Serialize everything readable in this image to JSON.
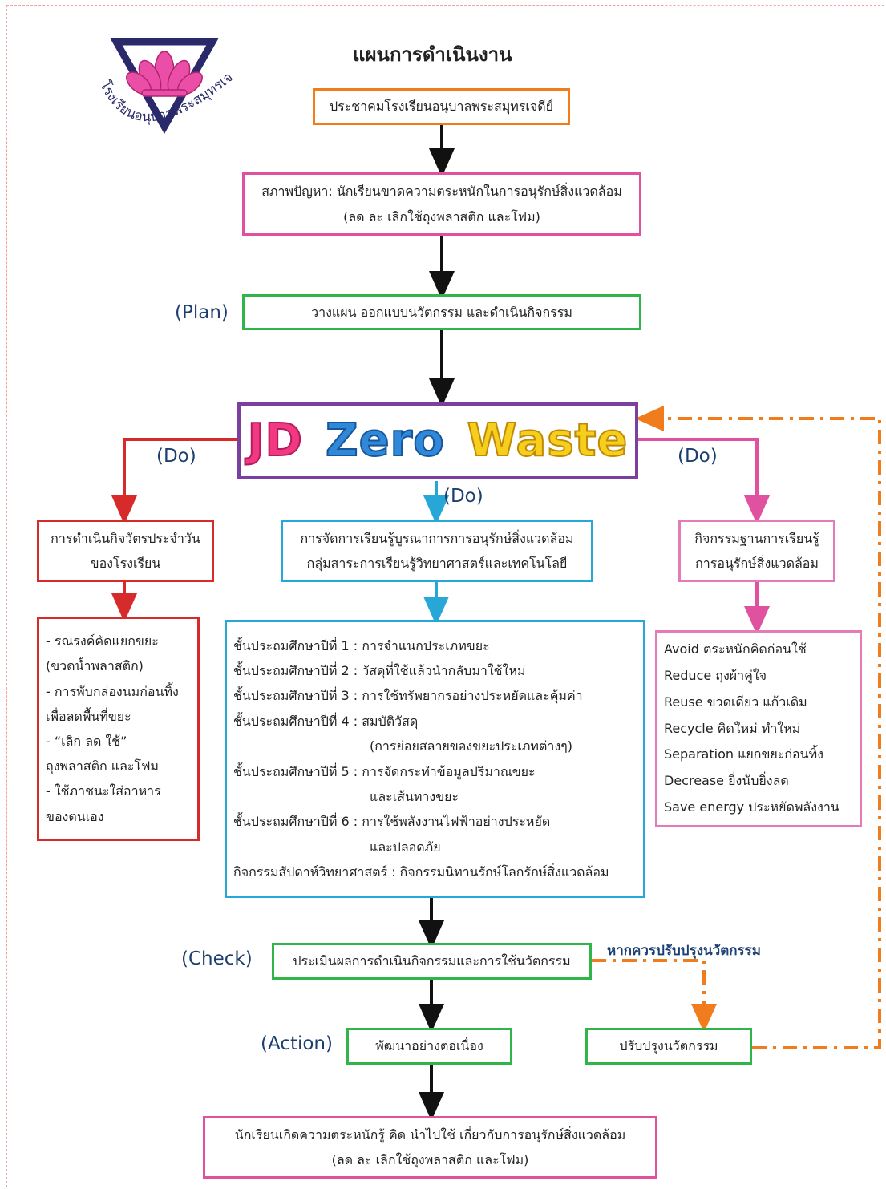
{
  "title": "แผนการดำเนินงาน",
  "logo": {
    "text": "โรงเรียนอนุบาลพระสมุทรเจดีย์"
  },
  "boxes": {
    "b1": "ประชาคมโรงเรียนอนุบาลพระสมุทรเจดีย์",
    "b2_l1": "สภาพปัญหา: นักเรียนขาดความตระหนักในการอนุรักษ์สิ่งแวดล้อม",
    "b2_l2": "(ลด ละ เลิกใช้ถุงพลาสติก และโฟม)",
    "b3": "วางแผน ออกแบบนวัตกรรม และดำเนินกิจกรรม",
    "jd": {
      "part1": "JD",
      "part2": "Zero",
      "part3": "Waste"
    },
    "red_head_l1": "การดำเนินกิจวัตรประจำวัน",
    "red_head_l2": "ของโรงเรียน",
    "red_list": [
      "- รณรงค์คัดแยกขยะ",
      "(ขวดน้ำพลาสติก)",
      "- การพับกล่องนมก่อนทิ้ง",
      "เพื่อลดพื้นที่ขยะ",
      "- “เลิก ลด ใช้”",
      "ถุงพลาสติก และโฟม",
      "- ใช้ภาชนะใส่อาหาร",
      "ของตนเอง"
    ],
    "blue_head_l1": "การจัดการเรียนรู้บูรณาการการอนุรักษ์สิ่งแวดล้อม",
    "blue_head_l2": "กลุ่มสาระการเรียนรู้วิทยาศาสตร์และเทคโนโลยี",
    "blue_list": [
      {
        "text": "ชั้นประถมศึกษาปีที่ 1 : การจำแนกประเภทขยะ",
        "indent": false
      },
      {
        "text": "ชั้นประถมศึกษาปีที่ 2 : วัสดุที่ใช้แล้วนำกลับมาใช้ใหม่",
        "indent": false
      },
      {
        "text": "ชั้นประถมศึกษาปีที่ 3 : การใช้ทรัพยากรอย่างประหยัดและคุ้มค่า",
        "indent": false
      },
      {
        "text": "ชั้นประถมศึกษาปีที่ 4 : สมบัติวัสดุ",
        "indent": false
      },
      {
        "text": "(การย่อยสลายของขยะประเภทต่างๆ)",
        "indent": true
      },
      {
        "text": "ชั้นประถมศึกษาปีที่ 5 : การจัดกระทำข้อมูลปริมาณขยะ",
        "indent": false
      },
      {
        "text": "และเส้นทางขยะ",
        "indent": true
      },
      {
        "text": "ชั้นประถมศึกษาปีที่ 6 : การใช้พลังงานไฟฟ้าอย่างประหยัด",
        "indent": false
      },
      {
        "text": "และปลอดภัย",
        "indent": true
      },
      {
        "text": "กิจกรรมสัปดาห์วิทยาศาสตร์ : กิจกรรมนิทานรักษ์โลกรักษ์สิ่งแวดล้อม",
        "indent": false
      }
    ],
    "pink_head_l1": "กิจกรรมฐานการเรียนรู้",
    "pink_head_l2": "การอนุรักษ์สิ่งแวดล้อม",
    "pink_list": [
      "Avoid  ตระหนักคิดก่อนใช้",
      "Reduce ถุงผ้าคู่ใจ",
      "Reuse ขวดเดียว แก้วเดิม",
      "Recycle คิดใหม่ ทำใหม่",
      "Separation แยกขยะก่อนทิ้ง",
      "Decrease ยิ่งนับยิ่งลด",
      "Save energy ประหยัดพลังงาน"
    ],
    "check": "ประเมินผลการดำเนินกิจกรรมและการใช้นวัตกรรม",
    "improve_note": "หากควรปรับปรุงนวัตกรรม",
    "action": "พัฒนาอย่างต่อเนื่อง",
    "improve": "ปรับปรุงนวัตกรรม",
    "final_l1": "นักเรียนเกิดความตระหนักรู้ คิด นำไปใช้ เกี่ยวกับการอนุรักษ์สิ่งแวดล้อม",
    "final_l2": "(ลด ละ เลิกใช้ถุงพลาสติก และโฟม)"
  },
  "labels": {
    "plan": "(Plan)",
    "do_left": "(Do)",
    "do_center": "(Do)",
    "do_right": "(Do)",
    "check": "(Check)",
    "action": "(Action)"
  },
  "colors": {
    "orange": "#f07c1e",
    "pink": "#e0519f",
    "green": "#2fb54a",
    "purple": "#7b3fa0",
    "red": "#d72a2a",
    "blue": "#27a6d8",
    "label_text": "#1d3f6e"
  }
}
